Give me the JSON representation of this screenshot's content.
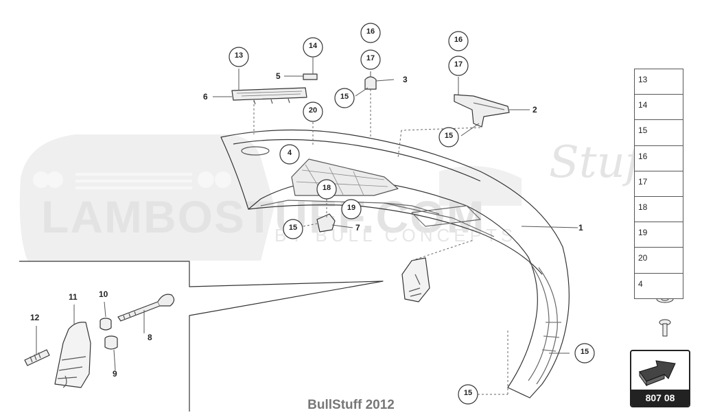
{
  "watermark": {
    "main": "LAMBOSTUFF.COM",
    "script": "Stuff",
    "sub": "BY BULL CONCEPTS"
  },
  "footer": "BullStuff 2012",
  "page_number": "807 08",
  "callouts": [
    "1",
    "2",
    "3",
    "4",
    "5",
    "6",
    "7",
    "8",
    "9",
    "10",
    "11",
    "12",
    "13",
    "14",
    "15",
    "16",
    "17",
    "18",
    "19",
    "20"
  ],
  "legend": [
    {
      "num": "13",
      "icon": "spring-clip-icon"
    },
    {
      "num": "14",
      "icon": "clip-nut-icon"
    },
    {
      "num": "15",
      "icon": "screw-washer-icon"
    },
    {
      "num": "16",
      "icon": "screw-icon"
    },
    {
      "num": "17",
      "icon": "washer-icon"
    },
    {
      "num": "18",
      "icon": "screw-icon"
    },
    {
      "num": "19",
      "icon": "speed-nut-icon"
    },
    {
      "num": "20",
      "icon": "flat-washer-icon"
    },
    {
      "num": "4",
      "icon": "rivet-icon"
    }
  ],
  "colors": {
    "line": "#333333",
    "watermark": "#e3e3e3",
    "page_box": "#222222"
  }
}
